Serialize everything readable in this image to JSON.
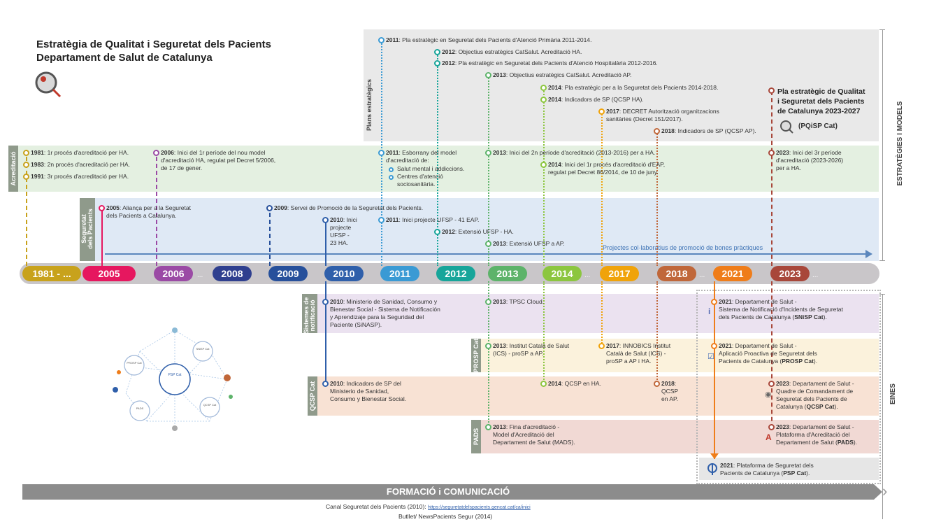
{
  "title": {
    "line1": "Estratègia de Qualitat i Seguretat dels Pacients",
    "line2": "Departament de Salut de Catalunya"
  },
  "side_labels": {
    "estrategies": "ESTRATÈGIES I MODELS",
    "eines": "EINES"
  },
  "band_labels": {
    "plans": "Plans estratègics",
    "acreditacio": "Acreditació",
    "seguretat1": "Seguretat",
    "seguretat2": "dels Pacients",
    "sistemes1": "Sistemes de",
    "sistemes2": "notificació",
    "prosp": "PROSP Cat",
    "qcsp": "QCSP Cat",
    "pads": "PADS"
  },
  "plans": [
    {
      "y": "2011",
      "t": ": Pla estratègic en Seguretat dels Pacients d'Atenció Primària 2011-2014."
    },
    {
      "y": "2012",
      "t": ": Objectius estratègics CatSalut. Acreditació HA."
    },
    {
      "y": "2012",
      "t": ": Pla estratègic en Seguretat dels Pacients d'Atenció Hospitalària 2012-2016."
    },
    {
      "y": "2013",
      "t": ": Objectius estratègics CatSalut. Acreditació AP."
    },
    {
      "y": "2014",
      "t": ": Pla estratègic per a la Seguretat dels Pacients 2014-2018."
    },
    {
      "y": "2014",
      "t": ": Indicadors de SP (QCSP HA)."
    },
    {
      "y": "2017",
      "t": ": DECRET Autorització organitzacions",
      "t2": "sanitàries (Decret 151/2017)."
    },
    {
      "y": "2018",
      "t": ": Indicadors de SP (QCSP AP)."
    }
  ],
  "pqisp": {
    "l1": "Pla estratègic de Qualitat",
    "l2": "i Seguretat dels Pacients",
    "l3": "de Catalunya 2023-2027",
    "l4": "(PQiSP Cat)"
  },
  "acred": {
    "a1981": {
      "y": "1981",
      "t": ": 1r procés d'acreditació per HA."
    },
    "a1983": {
      "y": "1983",
      "t": ": 2n procés d'acreditació per HA."
    },
    "a1991": {
      "y": "1991",
      "t": ": 3r procés d'acreditació per HA."
    },
    "a2006": {
      "y": "2006",
      "t": ": Inici del 1r període del nou model",
      "t2": "d'acreditació HA, regulat pel Decret 5/2006,",
      "t3": "de 17 de gener."
    },
    "a2011": {
      "y": "2011",
      "t": ": Esborrany del model",
      "t2": "d'acreditació de:",
      "b1": "Salut mental i addiccions.",
      "b2": "Centres d'atenció",
      "b3": "sociosanitària."
    },
    "a2013": {
      "y": "2013",
      "t": ": Inici del 2n període d'acreditació (2013-2016) per a HA."
    },
    "a2014": {
      "y": "2014",
      "t": ": Inici del 1r procés d'acreditació d'EAP,",
      "t2": "regulat pel Decret 86/2014, de 10 de juny."
    },
    "a2023": {
      "y": "2023",
      "t": ": Inici del 3r període",
      "t2": "d'acreditació (2023-2026)",
      "t3": "per a HA."
    }
  },
  "seg": {
    "s2005": {
      "y": "2005",
      "t": ": Aliança per a la Seguretat",
      "t2": "dels Pacients a Catalunya."
    },
    "s2009": {
      "y": "2009",
      "t": ": Servei de Promoció de la Seguretat dels Pacients."
    },
    "s2010": {
      "y": "2010",
      "t": ": Inici",
      "t2": "projecte",
      "t3": "UFSP -",
      "t4": "23 HA."
    },
    "s2011": {
      "y": "2011",
      "t": ": Inici projecte UFSP - 41 EAP."
    },
    "s2012": {
      "y": "2012",
      "t": ": Extensió UFSP - HA."
    },
    "s2013": {
      "y": "2013",
      "t": ": Extensió UFSP a AP."
    },
    "projectes": "Projectes col·laboratius de promoció de bones pràctiques"
  },
  "timeline": [
    "1981 - ...",
    "2005",
    "2006",
    "2008",
    "2009",
    "2010",
    "2011",
    "2012",
    "2013",
    "2014",
    "2017",
    "2018",
    "2021",
    "2023"
  ],
  "colors": {
    "c1981": "#c8a21c",
    "c2005": "#e6175f",
    "c2006": "#9b4aa5",
    "c2008": "#2f3f8f",
    "c2009": "#27509b",
    "c2010": "#2f5faa",
    "c2011": "#3a9ad4",
    "c2012": "#17a59a",
    "c2013": "#5db36a",
    "c2014": "#8cc63f",
    "c2017": "#f0a30a",
    "c2018": "#c0673a",
    "c2021": "#ef7d1a",
    "c2023": "#a8473a"
  },
  "eines": {
    "e2010a": {
      "y": "2010",
      "t": ": Ministerio de Sanidad, Consumo y",
      "t2": "Bienestar Social - Sistema de Notificación",
      "t3": "y Aprendizaje para la Seguridad del",
      "t4": "Paciente (SiNASP)."
    },
    "e2013a": {
      "y": "2013",
      "t": ": TPSC Cloud."
    },
    "e2021a": {
      "y": "2021",
      "t": ": Departament de Salut -",
      "t2": "Sistema de Notificació d'Incidents de Seguretat",
      "t3": "dels Pacients de Catalunya (",
      "t3b": "SNiSP Cat",
      "t3c": ")."
    },
    "e2013b": {
      "y": "2013",
      "t": ": Institut Català de Salut",
      "t2": "(ICS) - proSP a AP."
    },
    "e2017": {
      "y": "2017",
      "t": ": INNOBICS Institut",
      "t2": "Català de Salut (ICS) -",
      "t3": "proSP a AP i HA."
    },
    "e2021b": {
      "y": "2021",
      "t": ": Departament de Salut -",
      "t2": "Aplicació Proactiva de Seguretat dels",
      "t3": "Pacients de Catalunya (",
      "t3b": "PROSP Cat",
      "t3c": ")."
    },
    "e2010b": {
      "y": "2010",
      "t": ": Indicadors de SP del",
      "t2": "Ministerio de Sanidad,",
      "t3": "Consumo y Bienestar Social."
    },
    "e2014": {
      "y": "2014",
      "t": ": QCSP en HA."
    },
    "e2018": {
      "y": "2018",
      "t": ":",
      "t2": "QCSP",
      "t3": "en AP."
    },
    "e2023a": {
      "y": "2023",
      "t": ": Departament de Salut -",
      "t2": "Quadre de Comandament de",
      "t3": "Seguretat dels Pacients de",
      "t4": "Catalunya (",
      "t4b": "QCSP Cat",
      "t4c": ")."
    },
    "e2013c": {
      "y": "2013",
      "t": ": Fina d'acreditació -",
      "t2": "Model d'Acreditació del",
      "t3": "Departament de Salut (MADS)."
    },
    "e2023b": {
      "y": "2023",
      "t": ": Departament de Salut -",
      "t2": "Plataforma d'Acreditació del",
      "t3": "Departament de Salut (",
      "t3b": "PADS",
      "t3c": ")."
    },
    "e2021c": {
      "y": "2021",
      "t": ": Plataforma de Seguretat dels",
      "t2": "Pacients de Catalunya (",
      "t2b": "PSP Cat",
      "t2c": ")."
    }
  },
  "network": {
    "center": "PSP Cat",
    "n1": "SNiSP Cat",
    "n2": "PROSP Cat",
    "n3": "QCSP Cat",
    "n4": "PADS"
  },
  "formacio": {
    "title": "FORMACIÓ i COMUNICACIÓ",
    "canal": "Canal Seguretat dels Pacients (2010): ",
    "link": "https://seguretatdelspacients.gencat.cat/ca/inici",
    "butlleti": "Butllet/ NewsPacients Segur (2014)"
  }
}
